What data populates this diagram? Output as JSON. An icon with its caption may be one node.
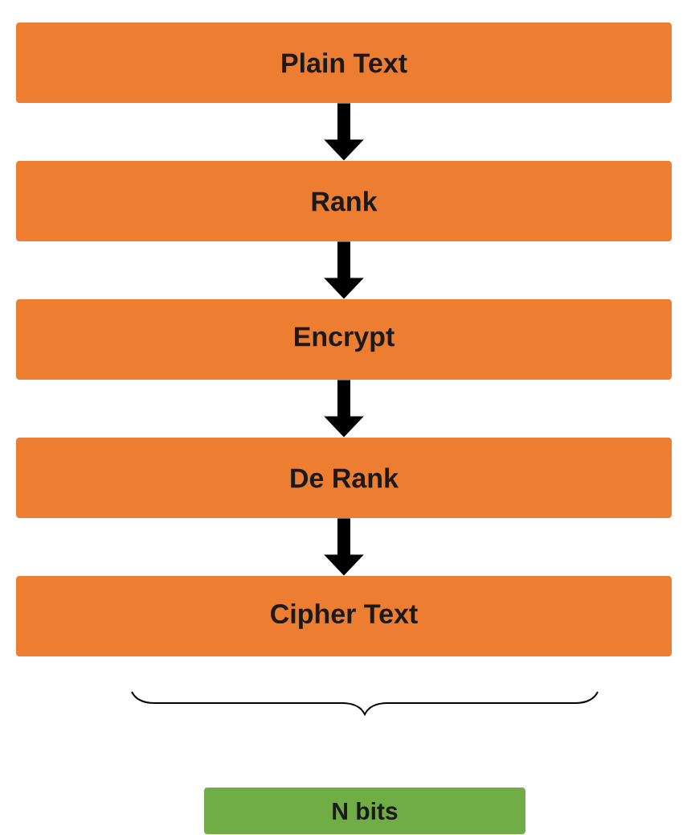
{
  "diagram": {
    "nodes": [
      {
        "text": [
          "Plain Text"
        ]
      },
      {
        "text": [
          "Rank"
        ]
      },
      {
        "text": [
          "Encrypt"
        ]
      },
      {
        "text": [
          "De Rank"
        ]
      },
      {
        "text": [
          "Cipher Text"
        ]
      },
      {
        "text": [
          "N bits"
        ]
      }
    ],
    "edges": [
      {
        "from": 0,
        "to": 1,
        "arrow": "to"
      },
      {
        "from": 1,
        "to": 2,
        "arrow": "to"
      },
      {
        "from": 2,
        "to": 3,
        "arrow": "to"
      },
      {
        "from": 3,
        "to": 4,
        "arrow": "to"
      }
    ]
  }
}
